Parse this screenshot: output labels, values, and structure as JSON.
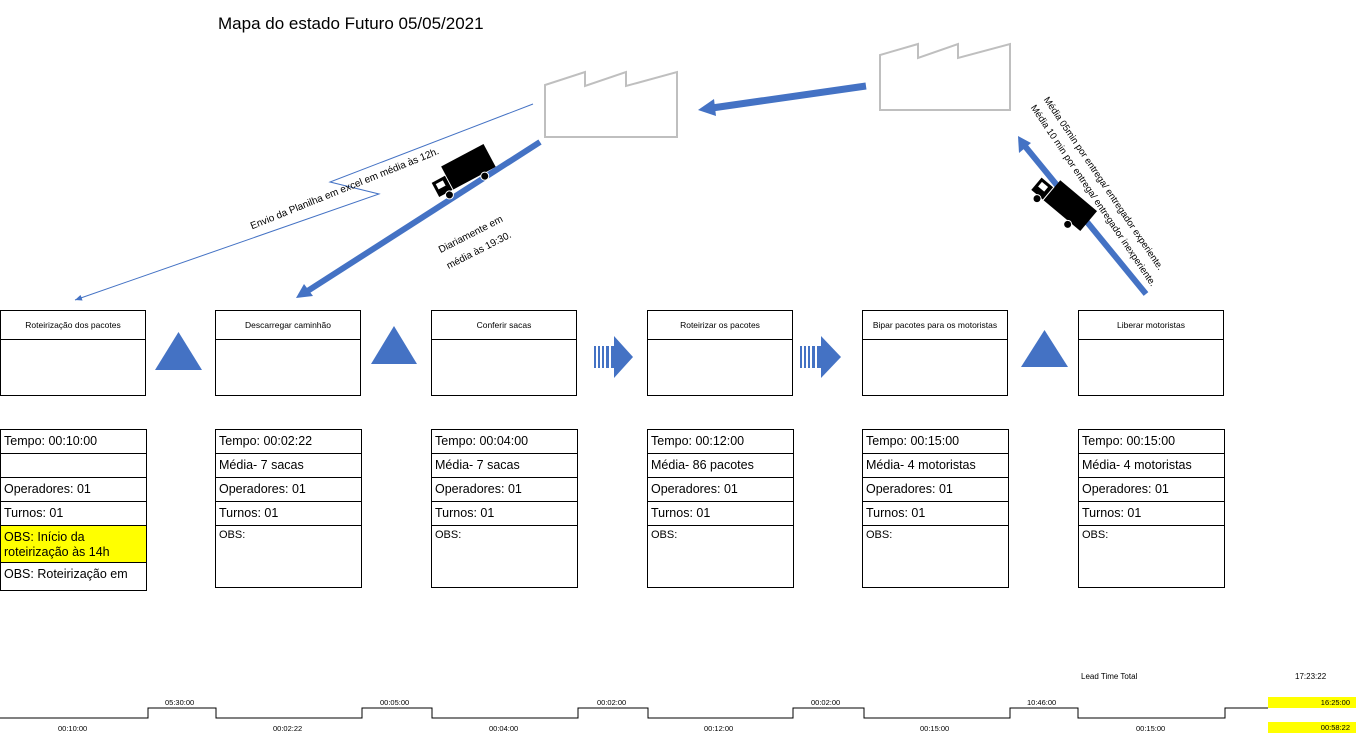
{
  "title": "Mapa do estado Futuro 05/05/2021",
  "annotations": {
    "planilha": "Envio da Planilha em excel em média às 12h.",
    "diariamente_1": "Diariamente em",
    "diariamente_2": "média às 19:30.",
    "entrega_1": "Média 05min por entrega/ entregador experiente.",
    "entrega_2": "Média 10 min por entrega/ entregador inexperiente."
  },
  "processes": [
    {
      "name": "Roteirização dos pacotes",
      "tempo": "Tempo: 00:10:00",
      "media": "",
      "operadores": "Operadores: 01",
      "turnos": "Turnos: 01",
      "obs": "OBS:  Início da roteirização às 14h",
      "obs2": "OBS:   Roteirização em"
    },
    {
      "name": "Descarregar caminhão",
      "tempo": "Tempo: 00:02:22",
      "media": "Média- 7 sacas",
      "operadores": "Operadores: 01",
      "turnos": "Turnos: 01",
      "obs": "OBS:"
    },
    {
      "name": "Conferir sacas",
      "tempo": "Tempo: 00:04:00",
      "media": "Média- 7 sacas",
      "operadores": "Operadores: 01",
      "turnos": "Turnos: 01",
      "obs": "OBS:"
    },
    {
      "name": "Roteirizar os pacotes",
      "tempo": "Tempo: 00:12:00",
      "media": "Média- 86 pacotes",
      "operadores": "Operadores: 01",
      "turnos": "Turnos: 01",
      "obs": "OBS:"
    },
    {
      "name": "Bipar pacotes para os motoristas",
      "tempo": "Tempo: 00:15:00",
      "media": "Média- 4 motoristas",
      "operadores": "Operadores: 01",
      "turnos": "Turnos: 01",
      "obs": "OBS:"
    },
    {
      "name": "Liberar motoristas",
      "tempo": "Tempo: 00:15:00",
      "media": "Média- 4 motoristas",
      "operadores": "Operadores: 01",
      "turnos": "Turnos: 01",
      "obs": "OBS:"
    }
  ],
  "timeline": {
    "wait_times": [
      "05:30:00",
      "00:05:00",
      "00:02:00",
      "00:02:00",
      "10:46:00"
    ],
    "process_times": [
      "00:10:00",
      "00:02:22",
      "00:04:00",
      "00:12:00",
      "00:15:00",
      "00:15:00"
    ],
    "lead_time_label": "Lead Time Total",
    "lead_time_total": "17:23:22",
    "total_wait": "16:25:00",
    "total_process": "00:58:22"
  },
  "colors": {
    "arrow_blue": "#4472c4",
    "triangle_blue": "#4472c4",
    "highlight": "#ffff00",
    "factory_stroke": "#bfbfbf"
  }
}
